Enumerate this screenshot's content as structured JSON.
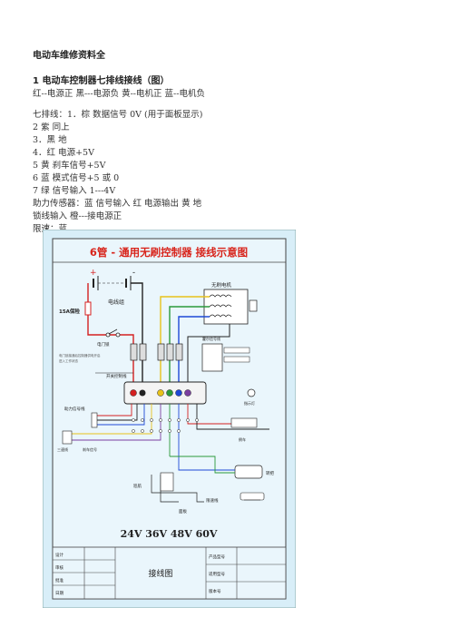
{
  "doc": {
    "title": "电动车维修资料全",
    "section_title": "1 电动车控制器七排线接线（图）",
    "lines": [
      "红--电源正  黑---电源负  黄--电机正  蓝--电机负",
      "七排线：1．棕  数据信号  0V (用于面板显示)",
      "2 紫  同上",
      "3．黑  地",
      "4．红  电源+5V",
      "5  黄  刹车信号+5V",
      "6  蓝  模式信号+5 或 0",
      "7 绿  信号输入  1---4V",
      "助力传感器：蓝  信号输入  红  电源输出  黄  地",
      "锁线输入  橙---接电源正",
      "限速：蓝"
    ]
  },
  "diagram": {
    "title": "6管 - 通用无刷控制器 接线示意图",
    "voltage": "24V 36V 48V 60V",
    "footer_center": "接线图",
    "labels": {
      "battery": "电线组",
      "fuse": "15A保险",
      "lock": "电门锁",
      "motor": "无刷电机",
      "switch_box": "开关控制线",
      "assist": "助力信号线",
      "brake_line": "刹车信号",
      "throttle": "转把",
      "cruise": "巡航",
      "speed_limit": "限速线",
      "reverse": "倒车",
      "hall": "霍尔信号线",
      "lamp": "指示灯",
      "panel": "面板",
      "gear": "三速线"
    },
    "footer_rows": [
      "设计",
      "审核",
      "批准",
      "日期"
    ],
    "footer_right": [
      "产品型号",
      "适用型号",
      "版本号"
    ],
    "colors": {
      "red": "#d42020",
      "black": "#222222",
      "yellow": "#e8c21a",
      "blue": "#1d48d6",
      "green": "#2a9a3a",
      "purple": "#7b3fa0",
      "bg": "#d8eef8",
      "title": "#d8241b"
    }
  }
}
